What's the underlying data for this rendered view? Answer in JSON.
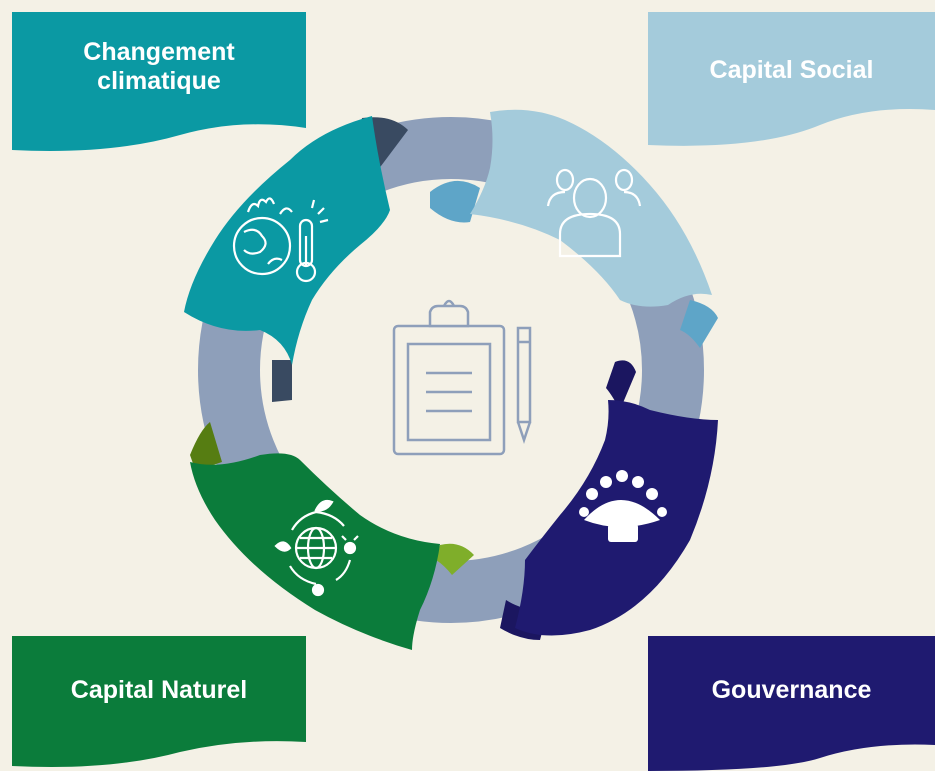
{
  "topics": [
    {
      "id": "climate",
      "label": "Changement\nclimatique",
      "color": "#0b99a3",
      "icon": "globe-thermometer-icon"
    },
    {
      "id": "social",
      "label": "Capital Social",
      "color": "#a4cbdb",
      "icon": "people-icon"
    },
    {
      "id": "natural",
      "label": "Capital Naturel",
      "color": "#0b7c3b",
      "icon": "biodiversity-globe-icon"
    },
    {
      "id": "governance",
      "label": "Gouvernance",
      "color": "#1f1a70",
      "icon": "boardroom-icon"
    }
  ],
  "center_icon": "clipboard-pencil-icon",
  "ring_color": "#8e9fba"
}
